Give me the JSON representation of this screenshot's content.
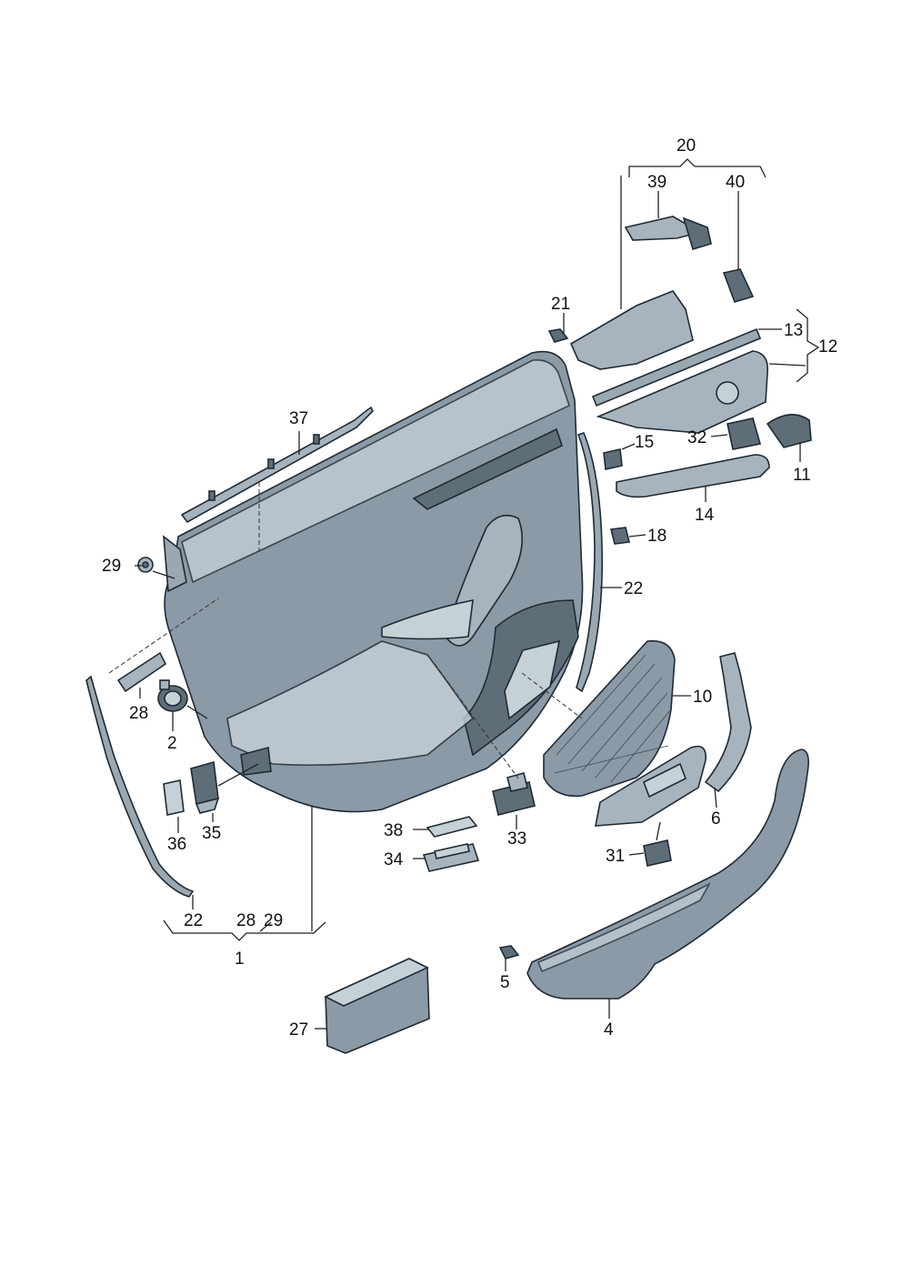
{
  "diagram": {
    "callouts": [
      {
        "id": "c1",
        "text": "1"
      },
      {
        "id": "c2",
        "text": "2"
      },
      {
        "id": "c4",
        "text": "4"
      },
      {
        "id": "c5",
        "text": "5"
      },
      {
        "id": "c6",
        "text": "6"
      },
      {
        "id": "c10",
        "text": "10"
      },
      {
        "id": "c11",
        "text": "11"
      },
      {
        "id": "c12",
        "text": "12"
      },
      {
        "id": "c13",
        "text": "13"
      },
      {
        "id": "c14",
        "text": "14"
      },
      {
        "id": "c15",
        "text": "15"
      },
      {
        "id": "c18",
        "text": "18"
      },
      {
        "id": "c20",
        "text": "20"
      },
      {
        "id": "c21",
        "text": "21"
      },
      {
        "id": "c22a",
        "text": "22"
      },
      {
        "id": "c22b",
        "text": "22"
      },
      {
        "id": "c27",
        "text": "27"
      },
      {
        "id": "c28a",
        "text": "28"
      },
      {
        "id": "c28b",
        "text": "28"
      },
      {
        "id": "c29a",
        "text": "29"
      },
      {
        "id": "c29b",
        "text": "29"
      },
      {
        "id": "c31",
        "text": "31"
      },
      {
        "id": "c32",
        "text": "32"
      },
      {
        "id": "c33",
        "text": "33"
      },
      {
        "id": "c34",
        "text": "34"
      },
      {
        "id": "c35",
        "text": "35"
      },
      {
        "id": "c36",
        "text": "36"
      },
      {
        "id": "c37",
        "text": "37"
      },
      {
        "id": "c38",
        "text": "38"
      },
      {
        "id": "c39",
        "text": "39"
      },
      {
        "id": "c40",
        "text": "40"
      }
    ],
    "colors": {
      "part_fill": "#8a9aa6",
      "part_light": "#c6d0d7",
      "part_dark": "#5e6e79",
      "outline": "#1f2a33",
      "text": "#111111"
    }
  }
}
